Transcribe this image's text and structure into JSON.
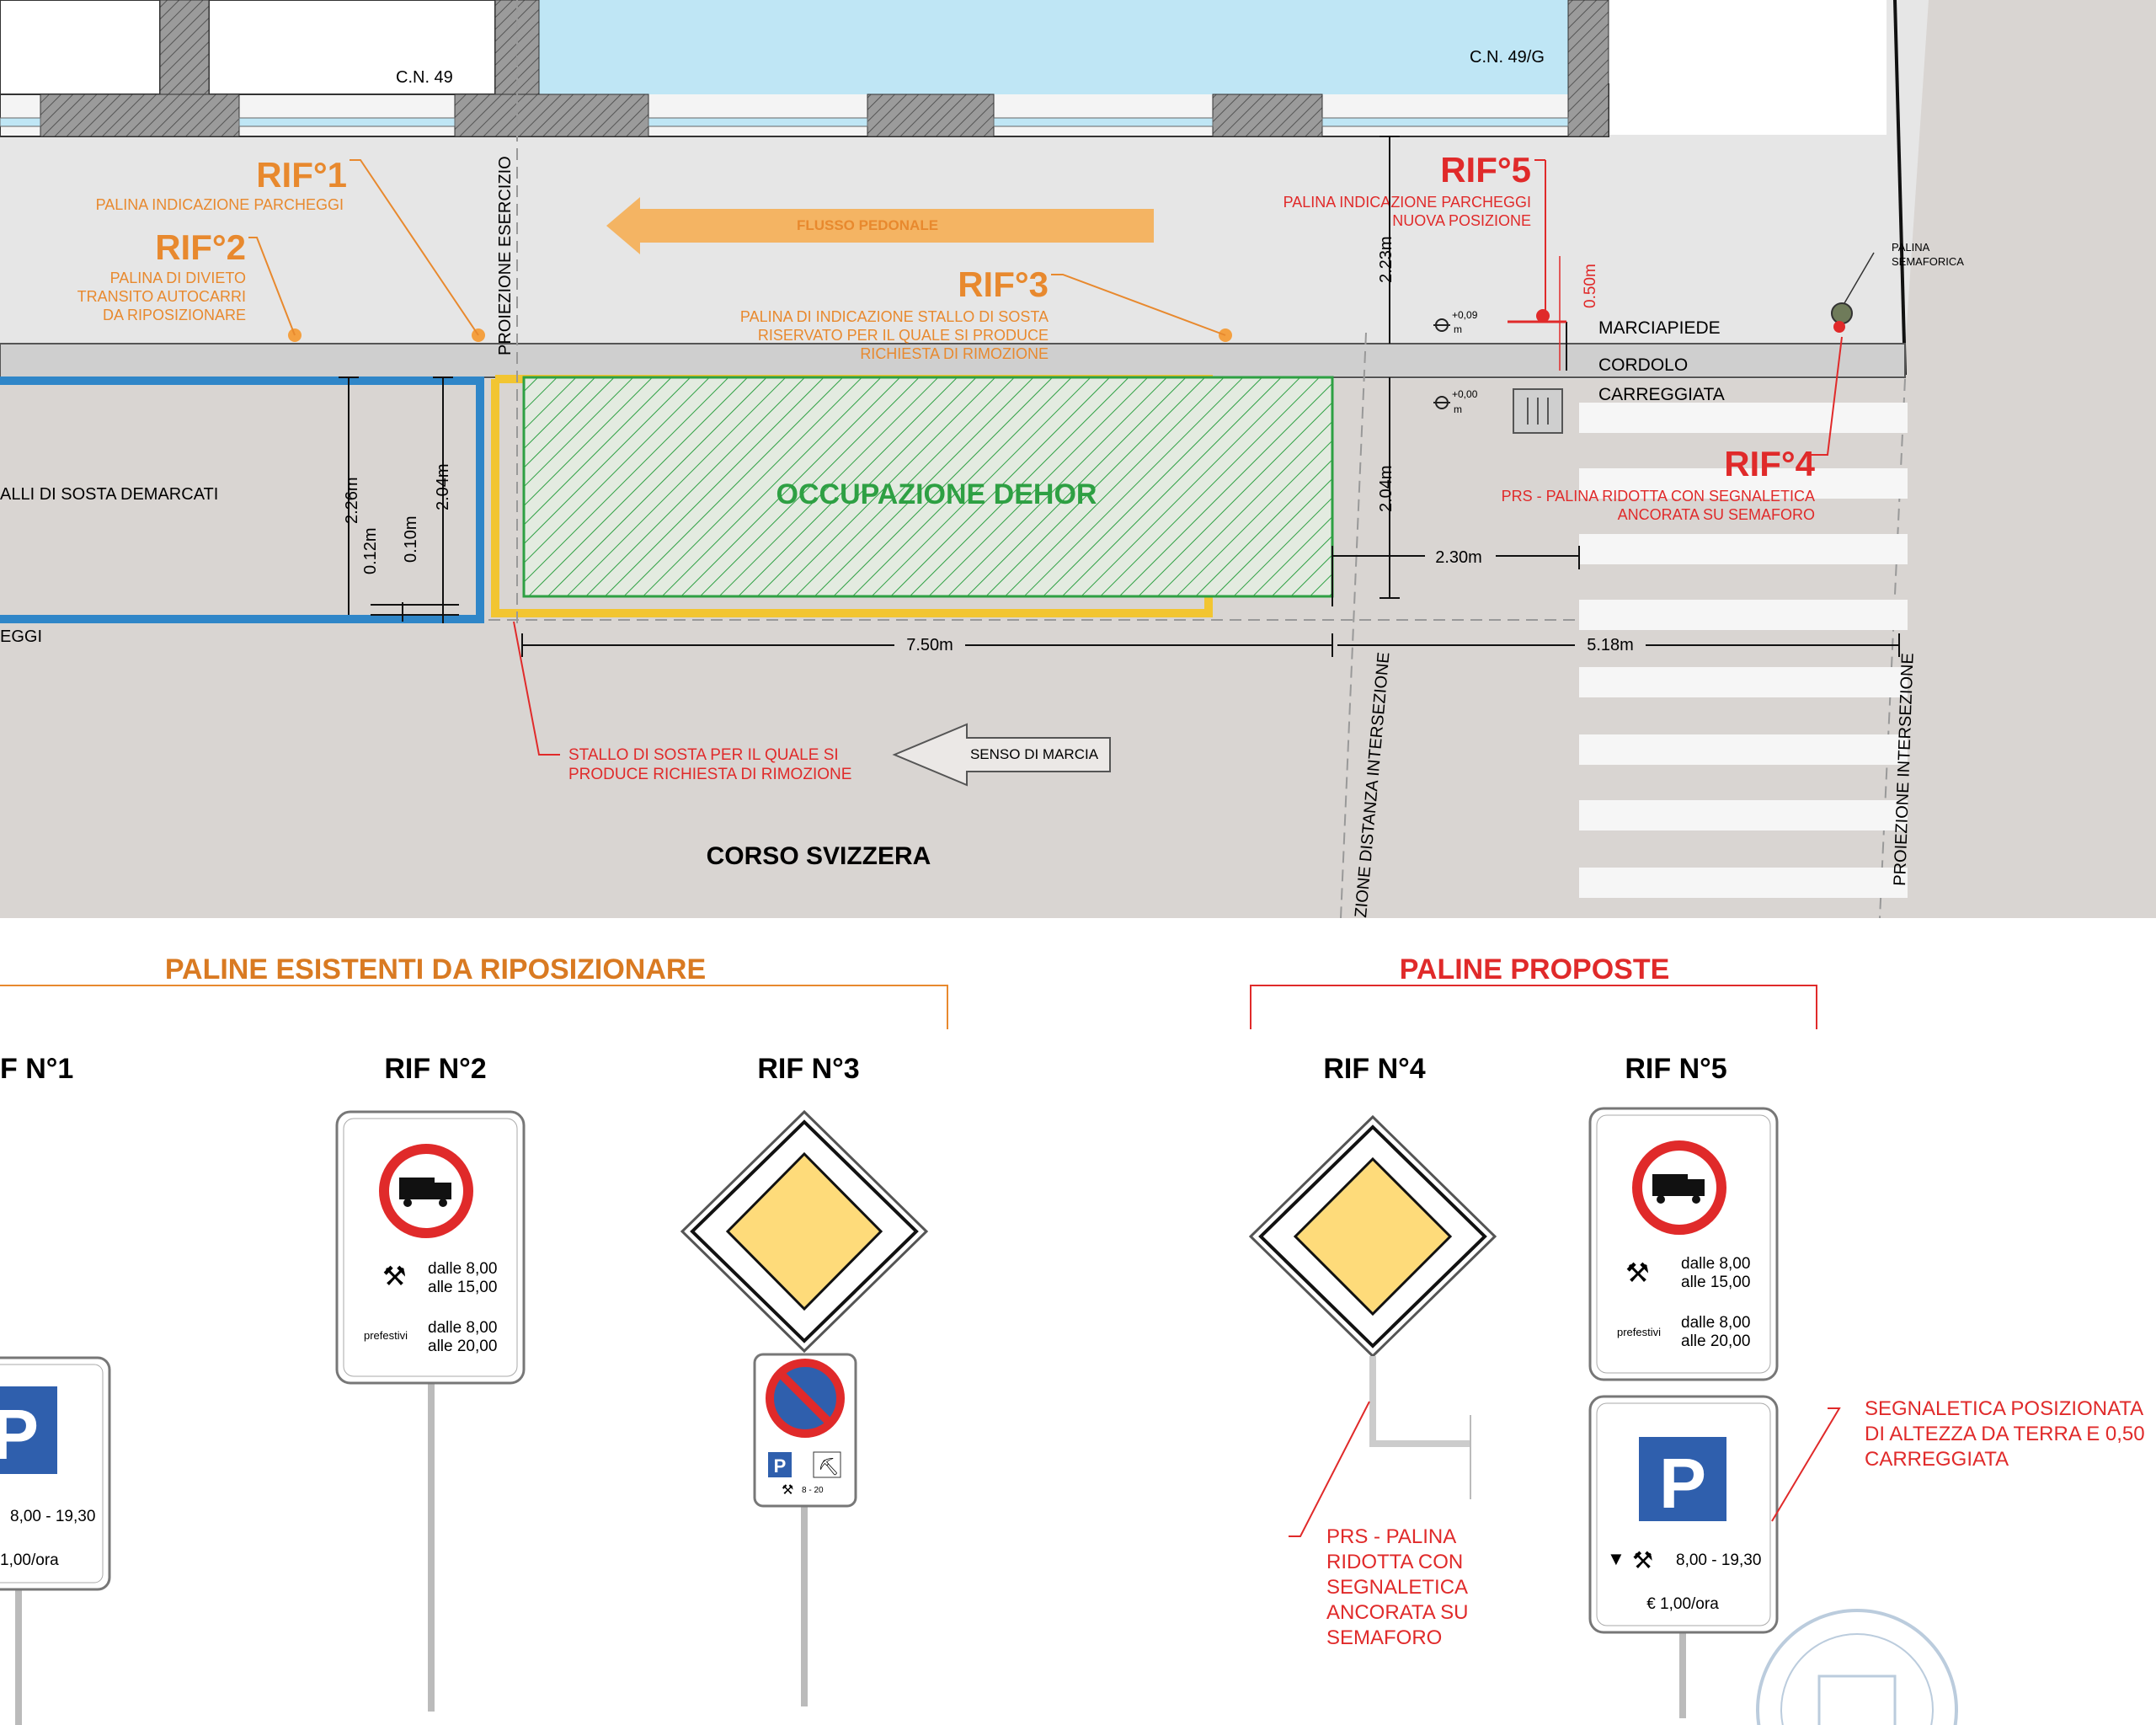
{
  "plan": {
    "building_numbers": [
      "C.N. 49",
      "C.N. 49/G"
    ],
    "flow_label": "FLUSSO PEDONALE",
    "projection_esercizio": "PROIEZIONE ESERCIZIO",
    "projection_intersezione": "PROIEZIONE INTERSEZIONE",
    "projection_distanza": "ZIONE DISTANZA INTERSEZIONE",
    "street_name": "CORSO SVIZZERA",
    "travel_direction": "SENSO DI MARCIA",
    "dehor_label": "OCCUPAZIONE DEHOR",
    "parking_label_left": "ALLI DI SOSTA DEMARCATI",
    "parking_label_left2": "EGGI",
    "palina_semaforica": [
      "PALINA",
      "SEMAFORICA"
    ],
    "marciapiede": "MARCIAPIEDE",
    "cordolo": "CORDOLO",
    "carreggiata": "CARREGGIATA",
    "elev_top": "+0,09",
    "elev_bottom": "+0,00",
    "elev_unit": "m",
    "stall_note": [
      "STALLO DI SOSTA PER IL QUALE SI",
      "PRODUCE RICHIESTA DI RIMOZIONE"
    ],
    "dimensions": {
      "d_750": "7.50m",
      "d_518": "5.18m",
      "d_230": "2.30m",
      "d_223": "2.23m",
      "d_204_right": "2.04m",
      "d_204_left": "2.04m",
      "d_226": "2.26m",
      "d_012": "0.12m",
      "d_010": "0.10m",
      "d_050": "0.50m"
    },
    "refs": {
      "rif1": {
        "title": "RIF°1",
        "lines": [
          "PALINA INDICAZIONE PARCHEGGI"
        ]
      },
      "rif2": {
        "title": "RIF°2",
        "lines": [
          "PALINA DI DIVIETO",
          "TRANSITO AUTOCARRI",
          "DA RIPOSIZIONARE"
        ]
      },
      "rif3": {
        "title": "RIF°3",
        "lines": [
          "PALINA DI INDICAZIONE STALLO DI SOSTA",
          "RISERVATO PER IL QUALE SI PRODUCE",
          "RICHIESTA DI RIMOZIONE"
        ]
      },
      "rif4": {
        "title": "RIF°4",
        "lines": [
          "PRS - PALINA RIDOTTA CON SEGNALETICA",
          "ANCORATA SU SEMAFORO"
        ]
      },
      "rif5": {
        "title": "RIF°5",
        "lines": [
          "PALINA INDICAZIONE PARCHEGGI",
          "NUOVA POSIZIONE"
        ]
      }
    }
  },
  "legend": {
    "existing_header": "PALINE ESISTENTI DA RIPOSIZIONARE",
    "proposed_header": "PALINE PROPOSTE",
    "rif_n1": "F N°1",
    "rif_n2": "RIF N°2",
    "rif_n3": "RIF N°3",
    "rif_n4": "RIF N°4",
    "rif_n5": "RIF N°5",
    "sign_p": "P",
    "sign_small_p": "P",
    "sign_time_8_20": "8 - 20",
    "sign_hours_a": "dalle 8,00",
    "sign_hours_b": "alle 15,00",
    "sign_prefestivi": "prefestivi",
    "sign_hours_c": "dalle 8,00",
    "sign_hours_d": "alle 20,00",
    "sign_parking_hours": "8,00 - 19,30",
    "sign_parking_hours_left": "8,00 - 19,30",
    "sign_price": "€ 1,00/ora",
    "sign_price_left": "1,00/ora",
    "prs_note": [
      "PRS - PALINA",
      "RIDOTTA CON",
      "SEGNALETICA",
      "ANCORATA SU",
      "SEMAFORO"
    ],
    "segnaletica_note": [
      "SEGNALETICA POSIZIONATA",
      "DI ALTEZZA DA TERRA E 0,50",
      "CARREGGIATA"
    ]
  },
  "colors": {
    "road": "#d9d5d2",
    "sidewalk": "#e6e6e6",
    "water": "#bfe6f5",
    "orange": "#e8892e",
    "red": "#e02a2a",
    "green": "#2ea043",
    "blue_line": "#2f86c8",
    "yellow_line": "#f2c531"
  }
}
